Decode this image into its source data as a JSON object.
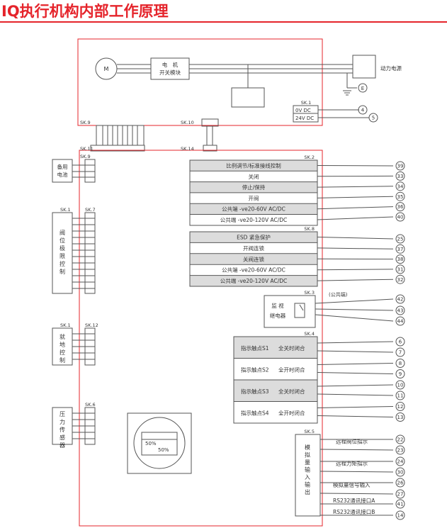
{
  "title": "IQ执行机构内部工作原理",
  "motor": {
    "symbol": "M",
    "switch_module_line1": "电　机",
    "switch_module_line2": "开关模块",
    "power_label": "动力电源",
    "earth_symbol": "E",
    "sk1_top": "SK.1",
    "dc0": "0V DC",
    "dc24": "24V DC",
    "t_4": "4",
    "t_5": "5"
  },
  "connectors": {
    "sk9_top": "SK.9",
    "sk10": "SK.10",
    "sk11": "SK.11",
    "sk14": "SK.14",
    "battery_line1": "备用",
    "battery_line2": "电池",
    "sk9_batt": "SK.9",
    "sk1_valve": "SK.1",
    "sk7": "SK.7",
    "valve_label": "阀位极限控制",
    "sk1_local": "SK.1",
    "sk12": "SK.12",
    "local_label": "就地控制",
    "sk6": "SK.6",
    "pressure_label": "压力传感器"
  },
  "sk2": {
    "label": "SK.2",
    "rows": [
      "比例调节/标准接线控制",
      "关闭",
      "停止/保持",
      "开阀",
      "公共端 -ve20-60V AC/DC",
      "公共端 -ve20-120V AC/DC"
    ],
    "terminals": [
      "39",
      "33",
      "34",
      "35",
      "36",
      "40"
    ]
  },
  "sk8": {
    "label": "SK.8",
    "rows": [
      "ESD 紧急保护",
      "开阀连锁",
      "关阀连锁",
      "公共端 -ve20-60V AC/DC",
      "公共端 -ve20-120V AC/DC"
    ],
    "terminals": [
      "25",
      "37",
      "38",
      "31",
      "32"
    ]
  },
  "sk3": {
    "label": "SK.3",
    "common": "(公共端)",
    "relay_line1": "监 视",
    "relay_line2": "继电器",
    "terminals": [
      "42",
      "43",
      "44"
    ]
  },
  "sk4": {
    "label": "SK.4",
    "contacts": [
      {
        "name": "指示触点S1",
        "desc": "全关时闭合",
        "t1": "6",
        "t2": "7"
      },
      {
        "name": "指示触点S2",
        "desc": "全开时闭合",
        "t1": "8",
        "t2": "9"
      },
      {
        "name": "指示触点S3",
        "desc": "全关时闭合",
        "t1": "10",
        "t2": "11"
      },
      {
        "name": "指示触点S4",
        "desc": "全开时闭合",
        "t1": "12",
        "t2": "13"
      }
    ]
  },
  "display": {
    "val1": "50%",
    "val2": "50%"
  },
  "sk5": {
    "label": "SK.5",
    "module_label": "模拟量输入输出",
    "outputs": [
      {
        "label": "远程阀位指示",
        "t1": "22",
        "t2": "23"
      },
      {
        "label": "远程力矩指示",
        "t1": "24",
        "t2": "30"
      },
      {
        "label": "模拟量信号输入",
        "t1": "26",
        "t2": "27"
      },
      {
        "label": "RS232通讯接口A",
        "t1": "41",
        "t2": ""
      },
      {
        "label": "RS232通讯接口B",
        "t1": "14",
        "t2": ""
      }
    ]
  },
  "colors": {
    "red": "#e5242b",
    "line": "#555555",
    "grey_row": "#dcdcdc"
  }
}
